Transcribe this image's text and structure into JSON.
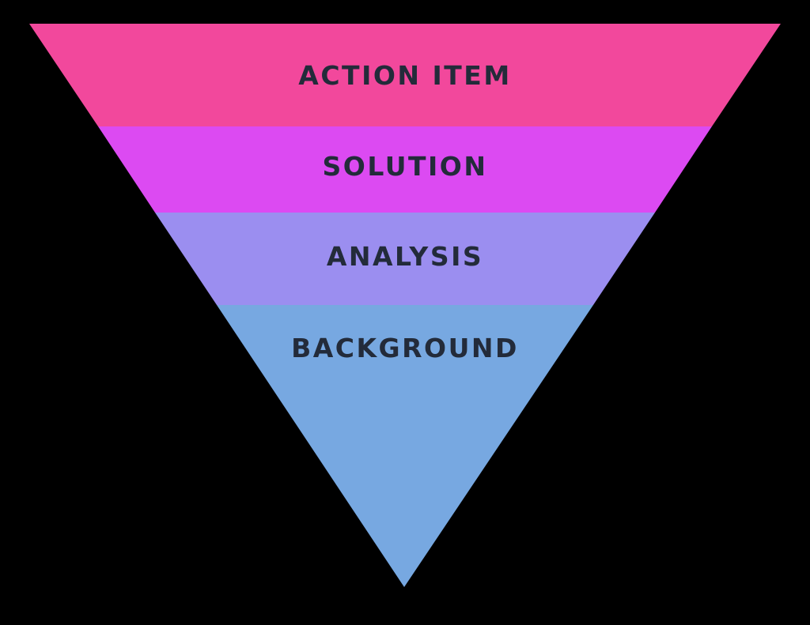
{
  "diagram": {
    "type": "inverted-pyramid-funnel",
    "background_color": "#000000",
    "text_color": "#232B3A",
    "layers": [
      {
        "label": "ACTION ITEM",
        "color": "#F2489C"
      },
      {
        "label": "SOLUTION",
        "color": "#DC4AF2"
      },
      {
        "label": "ANALYSIS",
        "color": "#9B8EF0"
      },
      {
        "label": "BACKGROUND",
        "color": "#77A8E1"
      }
    ]
  }
}
